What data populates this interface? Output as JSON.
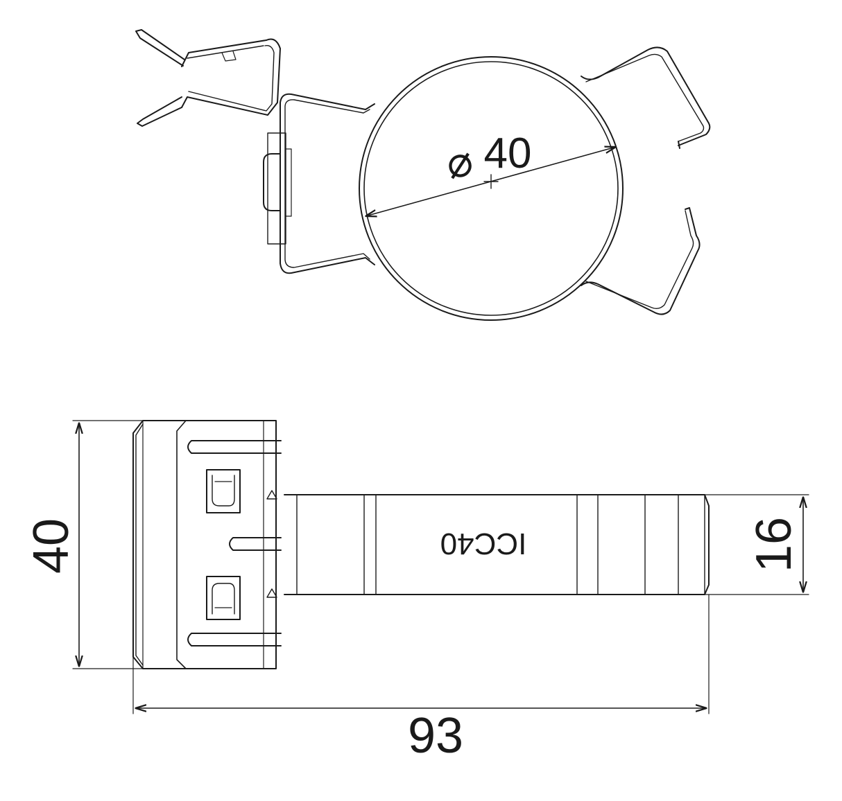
{
  "drawing": {
    "line_color": "#1a1a1a",
    "background": "#ffffff",
    "diameter_symbol": "⌀",
    "top_view": {
      "diameter_label": "40"
    },
    "side_view": {
      "height_label": "40",
      "tube_height_label": "16",
      "length_label": "93",
      "part_marking": "ICC40"
    }
  }
}
